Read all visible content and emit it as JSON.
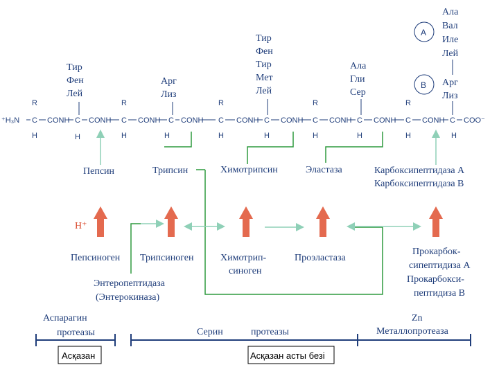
{
  "colors": {
    "text": "#1f3d7a",
    "green_line": "#2e9a3e",
    "arrow_light": "#8fd0b7",
    "red_arrow": "#e46a4f",
    "black": "#000000"
  },
  "side_groups": {
    "g1": [
      "Тир",
      "Фен",
      "Лей"
    ],
    "g2": [
      "Арг",
      "Лиз"
    ],
    "g3": [
      "Тир",
      "Фен",
      "Тир",
      "Мет",
      "Лей"
    ],
    "g4": [
      "Ала",
      "Гли",
      "Сер"
    ],
    "g5": [
      "Ала",
      "Вал",
      "Иле",
      "Лей"
    ],
    "g6": [
      "Арг",
      "Лиз"
    ]
  },
  "circles": {
    "a": "A",
    "b": "B"
  },
  "chain": {
    "start": "⁺H₃N",
    "carbon": "C",
    "link": "CONH",
    "end": "COO⁻",
    "r": "R",
    "h": "H"
  },
  "enzymes": {
    "pepsin": "Пепсин",
    "trypsin": "Трипсин",
    "chymotrypsin": "Химотрипсин",
    "elastase": "Эластаза",
    "carboxy_a": "Карбоксипептидаза А",
    "carboxy_b": "Карбоксипептидаза В"
  },
  "hplus": "H⁺",
  "zymogens": {
    "pepsinogen": "Пепсиноген",
    "trypsinogen": "Трипсиноген",
    "chymo1": "Химотрип-",
    "chymo2": "синоген",
    "proelastase": "Проэластаза",
    "procarboxy": [
      "Прокарбок-",
      "сипептидиза А",
      "Прокарбокси-",
      "пептидиза В"
    ]
  },
  "enteropeptidase": [
    "Энтеропептидаза",
    "(Энтерокиназа)"
  ],
  "classes": {
    "asparagin": "Аспарагин",
    "asp_protease": "протеазы",
    "serin": "Серин",
    "ser_protease": "протеазы",
    "zn": "Zn",
    "metallo": "Металлопротеаза"
  },
  "boxes": {
    "stomach": "Асқазан",
    "pancreas": "Асқазан асты безі"
  }
}
